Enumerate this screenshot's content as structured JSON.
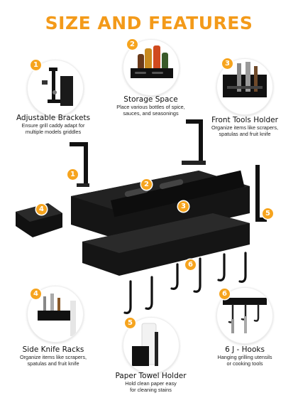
{
  "page_title": "SIZE AND FEATURES",
  "colors": {
    "accent": "#f39a1a",
    "product": "#0d0d0d"
  },
  "features": [
    {
      "badge": "1",
      "title": "Adjustable Brackets",
      "desc_lines": [
        "Ensure grill caddy adapt for",
        "multiple models griddles"
      ]
    },
    {
      "badge": "2",
      "title": "Storage Space",
      "desc_lines": [
        "Place various bottles of spice,",
        "sauces, and seasonings"
      ]
    },
    {
      "badge": "3",
      "title": "Front Tools Holder",
      "desc_lines": [
        "Organize items like scrapers,",
        "spatulas and fruit knife"
      ]
    },
    {
      "badge": "4",
      "title": "Side Knife Racks",
      "desc_lines": [
        "Organize items like scrapers,",
        "spatulas and fruit knife"
      ]
    },
    {
      "badge": "5",
      "title": "Paper Towel Holder",
      "desc_lines": [
        "Hold clean paper easy",
        "for cleaning stains"
      ]
    },
    {
      "badge": "6",
      "title": "6 J - Hooks",
      "desc_lines": [
        "Hanging grilling utensils",
        "or cooking tools"
      ]
    }
  ],
  "callout_badges": {
    "b1": "1",
    "b2": "2",
    "b3": "3",
    "b4": "4",
    "b5": "5",
    "b6": "6"
  }
}
